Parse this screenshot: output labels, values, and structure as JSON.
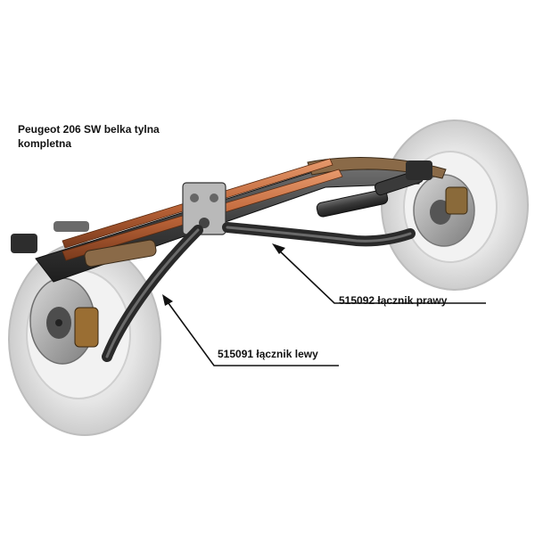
{
  "title": "Peugeot 206 SW belka tylna kompletna",
  "callouts": {
    "right": "515092 łącznik prawy",
    "left": "515091 łącznik lewy"
  },
  "colors": {
    "tire": "#c9c9c9",
    "tire_shade": "#b3b3b3",
    "metal_dark": "#2b2b2b",
    "copper": "#c0673a",
    "arrow": "#111111"
  }
}
